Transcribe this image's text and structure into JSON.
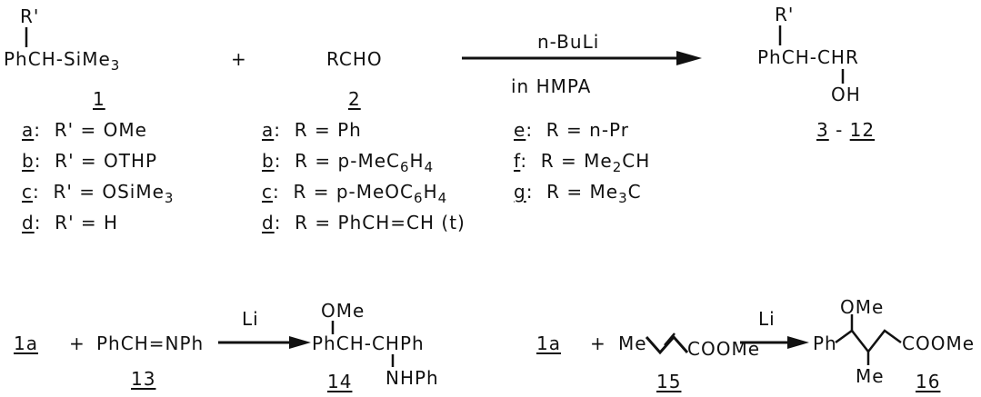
{
  "scheme1": {
    "reagent1": {
      "substituent": "R'",
      "formula": "PhCH-SiMe",
      "sub": "3",
      "label": "1"
    },
    "plus": "+",
    "reagent2": {
      "formula": "RCHO",
      "label": "2"
    },
    "conditions": {
      "above": "n-BuLi",
      "below": "in HMPA"
    },
    "product": {
      "substituent": "R'",
      "formula": "PhCH-CHR",
      "hydroxyl": "OH",
      "label_start": "3",
      "label_sep": "-",
      "label_end": "12"
    },
    "r_prime": [
      {
        "key": "a",
        "colon": ":",
        "text": "R' = OMe",
        "sub": "",
        "tail": ""
      },
      {
        "key": "b",
        "colon": ":",
        "text": "R' = OTHP",
        "sub": "",
        "tail": ""
      },
      {
        "key": "c",
        "colon": ":",
        "text": "R' = OSiMe",
        "sub": "3",
        "tail": ""
      },
      {
        "key": "d",
        "colon": ":",
        "text": "R' = H",
        "sub": "",
        "tail": ""
      }
    ],
    "r_left": [
      {
        "key": "a",
        "colon": ":",
        "text": "R = Ph",
        "sub": "",
        "tail": ""
      },
      {
        "key": "b",
        "colon": ":",
        "text": "R = p-MeC",
        "sub": "6",
        "mid": "H",
        "sub2": "4"
      },
      {
        "key": "c",
        "colon": ":",
        "text": "R = p-MeOC",
        "sub": "6",
        "mid": "H",
        "sub2": "4"
      },
      {
        "key": "d",
        "colon": ":",
        "text": "R = PhCH=CH (t)",
        "sub": "",
        "tail": ""
      }
    ],
    "r_right": [
      {
        "key": "e",
        "colon": ":",
        "text": "R = n-Pr",
        "sub": "",
        "tail": ""
      },
      {
        "key": "f",
        "colon": ":",
        "text": "R = Me",
        "sub": "2",
        "tail": "CH"
      },
      {
        "key": "g",
        "colon": ":",
        "text": "R = Me",
        "sub": "3",
        "tail": "C"
      }
    ]
  },
  "scheme2": {
    "reactant": "1a",
    "plus": "+",
    "imine": {
      "formula": "PhCH=NPh",
      "label": "13"
    },
    "reagent": "Li",
    "product": {
      "top": "OMe",
      "formula": "PhCH-CHPh",
      "bottom": "NHPh",
      "label": "14"
    }
  },
  "scheme3": {
    "reactant": "1a",
    "plus": "+",
    "ester": {
      "left": "Me",
      "right": "COOMe",
      "label": "15"
    },
    "reagent": "Li",
    "product": {
      "ph": "Ph",
      "top": "OMe",
      "bottom": "Me",
      "right": "COOMe",
      "label": "16"
    }
  }
}
